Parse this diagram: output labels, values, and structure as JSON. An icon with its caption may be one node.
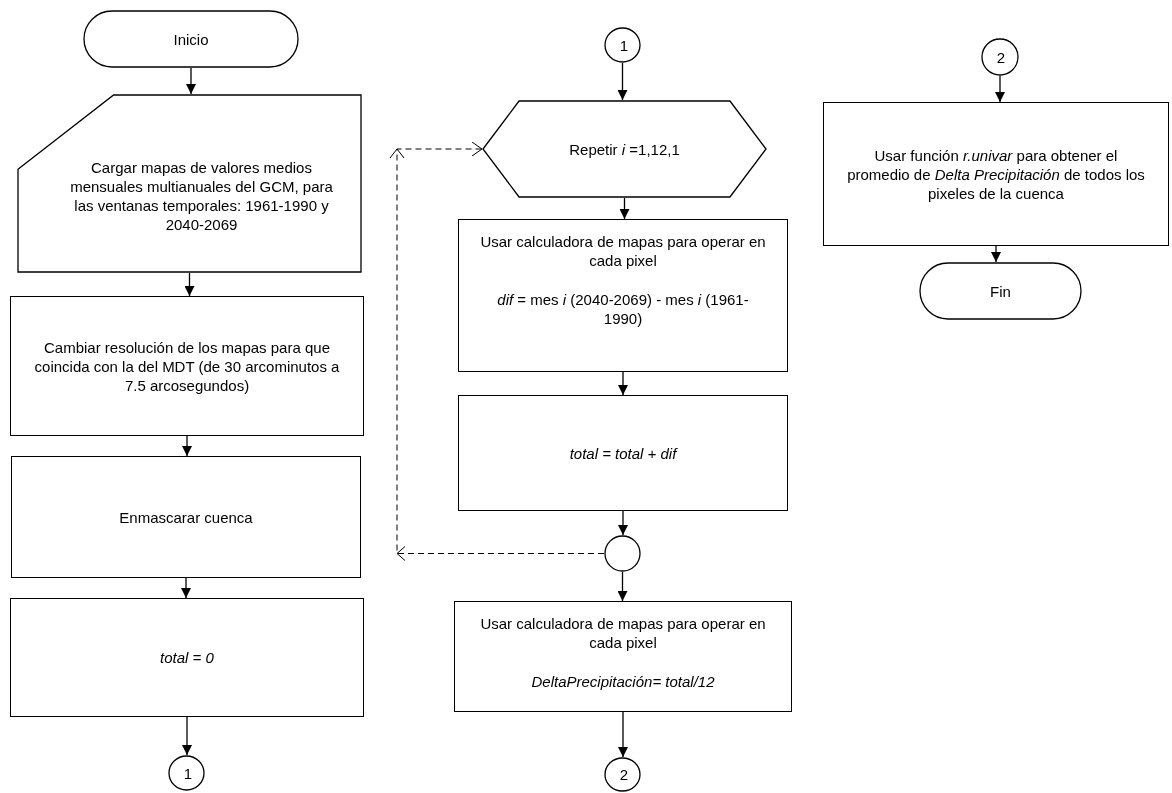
{
  "diagram": {
    "nodes": [
      {
        "text": [
          "Inicio"
        ]
      },
      {
        "text": [
          "Cargar mapas de valores medios mensuales multianuales del GCM, para las ventanas temporales: 1961-1990 y 2040-2069"
        ]
      },
      {
        "text": [
          "Cambiar resolución de los mapas para que coincida con la del MDT (de 30 arcominutos a 7.5 arcosegundos)"
        ]
      },
      {
        "text": [
          "Enmascarar cuenca"
        ]
      },
      {
        "text": [
          "total = 0"
        ]
      },
      {
        "text": [
          "1"
        ]
      },
      {
        "text": [
          "1"
        ]
      },
      {
        "text": [
          "Repetir *i* =1,12,1"
        ]
      },
      {
        "text": [
          "Usar calculadora de mapas para operar en cada pixel",
          "*dif* = mes *i* (2040-2069) - mes *i* (1961-1990)"
        ]
      },
      {
        "text": [
          "total = total + dif"
        ]
      },
      {
        "text": [],
        "shape": "circle"
      },
      {
        "text": [
          "Usar calculadora de mapas para operar en cada pixel",
          "DeltaPrecipitación= total/12"
        ]
      },
      {
        "text": [
          "2"
        ]
      },
      {
        "text": [
          "2"
        ]
      },
      {
        "text": [
          "Usar función *r.univar* para obtener el promedio de *Delta Precipitación* de todos los pixeles de la cuenca"
        ]
      },
      {
        "text": [
          "Fin"
        ]
      }
    ],
    "edges": [
      {
        "from": 0,
        "to": 1,
        "arrow": "to"
      },
      {
        "from": 1,
        "to": 2,
        "arrow": "to"
      },
      {
        "from": 2,
        "to": 3,
        "arrow": "to"
      },
      {
        "from": 3,
        "to": 4,
        "arrow": "to"
      },
      {
        "from": 4,
        "to": 5,
        "arrow": "to"
      },
      {
        "from": 6,
        "to": 7,
        "arrow": "to"
      },
      {
        "from": 7,
        "to": 8,
        "arrow": "to"
      },
      {
        "from": 8,
        "to": 9,
        "arrow": "to"
      },
      {
        "from": 9,
        "to": 10,
        "arrow": "to"
      },
      {
        "from": 10,
        "to": 7,
        "arrow": "to",
        "style": "dashed"
      },
      {
        "from": 10,
        "to": 11,
        "arrow": "to"
      },
      {
        "from": 11,
        "to": 12,
        "arrow": "to"
      },
      {
        "from": 13,
        "to": 14,
        "arrow": "to"
      },
      {
        "from": 14,
        "to": 15,
        "arrow": "to"
      }
    ]
  }
}
